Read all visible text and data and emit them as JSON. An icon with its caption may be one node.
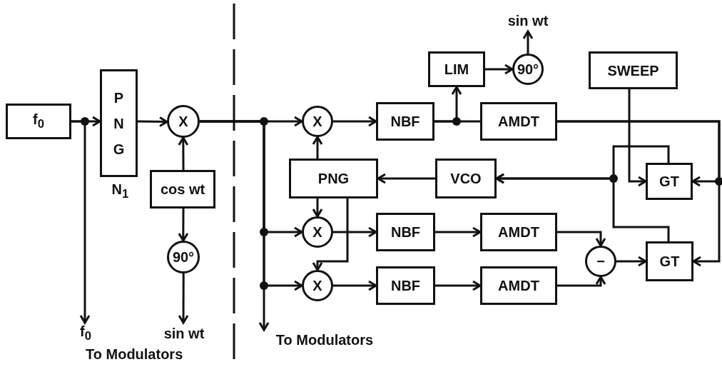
{
  "diagram": {
    "nodes": [
      {
        "text": [
          "f$_{0}$"
        ]
      },
      {
        "text": [
          "PNG"
        ],
        "beside": [
          "N$_{1}$"
        ]
      },
      {
        "text": [
          "X"
        ]
      },
      {
        "text": [
          "cos wt"
        ]
      },
      {
        "text": [
          "90°"
        ]
      },
      {
        "text": [
          "f$_{0}$"
        ]
      },
      {
        "text": [
          "sin wt"
        ]
      },
      {
        "text": [
          "X"
        ]
      },
      {
        "text": [
          "NBF"
        ]
      },
      {
        "text": [
          "LIM"
        ]
      },
      {
        "text": [
          "90°"
        ]
      },
      {
        "text": [
          "sin wt"
        ]
      },
      {
        "text": [
          "AMDT"
        ]
      },
      {
        "text": [
          "SWEEP"
        ]
      },
      {
        "text": [
          "PNG"
        ]
      },
      {
        "text": [
          "VCO"
        ]
      },
      {
        "text": [
          "GT"
        ]
      },
      {
        "text": [
          "X"
        ]
      },
      {
        "text": [
          "NBF"
        ]
      },
      {
        "text": [
          "AMDT"
        ]
      },
      {
        "text": [
          "X"
        ]
      },
      {
        "text": [
          "NBF"
        ]
      },
      {
        "text": [
          "AMDT"
        ]
      },
      {
        "text": [
          "−"
        ]
      },
      {
        "text": [
          "GT"
        ]
      },
      {
        "text": [
          "To Modulators"
        ]
      }
    ],
    "edges": [
      {
        "from": 0,
        "to": 1,
        "arrow": "to"
      },
      {
        "from": 0,
        "to": 5,
        "arrow": "to"
      },
      {
        "from": 1,
        "to": 2,
        "arrow": "to"
      },
      {
        "from": 3,
        "to": 2,
        "arrow": "to"
      },
      {
        "from": 3,
        "to": 4,
        "arrow": "to"
      },
      {
        "from": 4,
        "to": 6,
        "arrow": "to"
      },
      {
        "from": 2,
        "to": 7,
        "arrow": "to"
      },
      {
        "from": 2,
        "to": 17,
        "arrow": "to"
      },
      {
        "from": 2,
        "to": 20,
        "arrow": "to"
      },
      {
        "from": 2,
        "to": 25,
        "arrow": "to"
      },
      {
        "from": 14,
        "to": 7,
        "arrow": "to"
      },
      {
        "from": 7,
        "to": 8,
        "arrow": "to"
      },
      {
        "from": 8,
        "to": 9,
        "arrow": "to"
      },
      {
        "from": 8,
        "to": 12,
        "arrow": "none"
      },
      {
        "from": 9,
        "to": 10,
        "arrow": "to"
      },
      {
        "from": 10,
        "to": 11,
        "arrow": "to"
      },
      {
        "from": 12,
        "to": 16,
        "arrow": "to"
      },
      {
        "from": 12,
        "to": 24,
        "arrow": "to"
      },
      {
        "from": 13,
        "to": 16,
        "arrow": "to"
      },
      {
        "from": 16,
        "to": 15,
        "arrow": "to"
      },
      {
        "from": 24,
        "to": 15,
        "arrow": "to"
      },
      {
        "from": 15,
        "to": 14,
        "arrow": "to"
      },
      {
        "from": 14,
        "to": 17,
        "arrow": "to"
      },
      {
        "from": 14,
        "to": 20,
        "arrow": "to"
      },
      {
        "from": 17,
        "to": 18,
        "arrow": "to"
      },
      {
        "from": 18,
        "to": 19,
        "arrow": "to"
      },
      {
        "from": 20,
        "to": 21,
        "arrow": "to"
      },
      {
        "from": 21,
        "to": 22,
        "arrow": "to"
      },
      {
        "from": 19,
        "to": 23,
        "arrow": "to"
      },
      {
        "from": 22,
        "to": 23,
        "arrow": "to"
      },
      {
        "from": 23,
        "to": 24,
        "arrow": "to"
      }
    ],
    "labels": [
      "To Modulators"
    ]
  }
}
